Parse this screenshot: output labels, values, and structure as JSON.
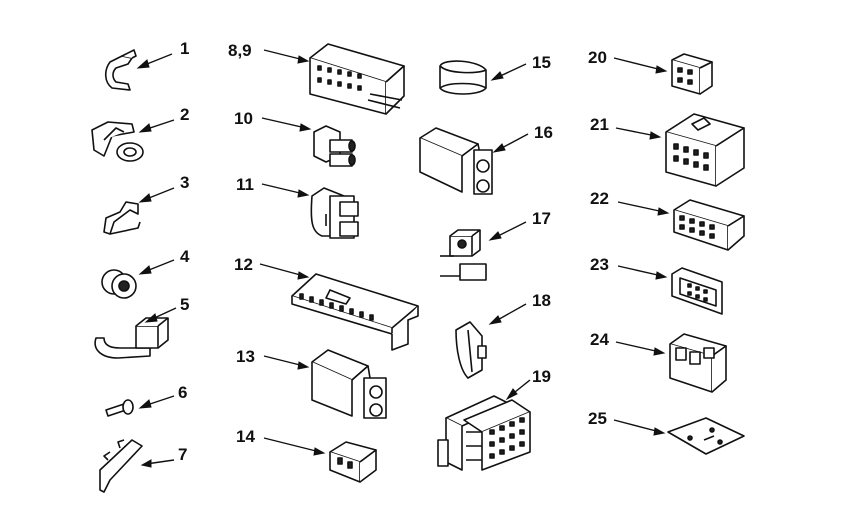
{
  "labels": {
    "p1": "1",
    "p2": "2",
    "p3": "3",
    "p4": "4",
    "p5": "5",
    "p6": "6",
    "p7": "7",
    "p89": "8,9",
    "p10": "10",
    "p11": "11",
    "p12": "12",
    "p13": "13",
    "p14": "14",
    "p15": "15",
    "p16": "16",
    "p17": "17",
    "p18": "18",
    "p19": "19",
    "p20": "20",
    "p21": "21",
    "p22": "22",
    "p23": "23",
    "p24": "24",
    "p25": "25"
  }
}
